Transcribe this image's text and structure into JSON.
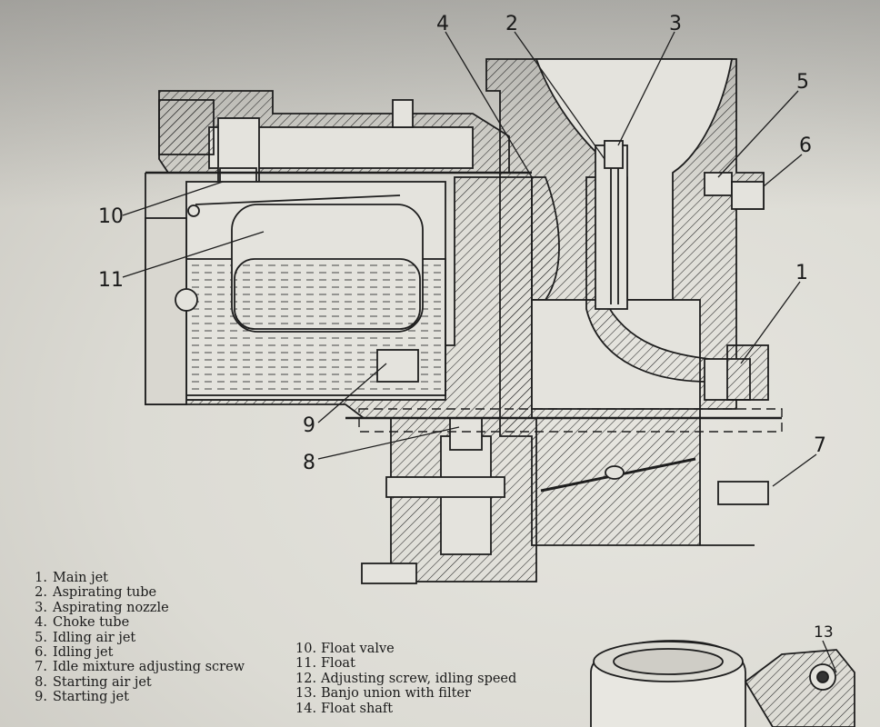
{
  "callouts": [
    "1",
    "2",
    "3",
    "4",
    "5",
    "6",
    "7",
    "8",
    "9",
    "10",
    "11",
    "13"
  ],
  "legend_left": [
    {
      "num": "1.",
      "text": "Main jet"
    },
    {
      "num": "2.",
      "text": "Aspirating tube"
    },
    {
      "num": "3.",
      "text": "Aspirating nozzle"
    },
    {
      "num": "4.",
      "text": "Choke tube"
    },
    {
      "num": "5.",
      "text": "Idling air jet"
    },
    {
      "num": "6.",
      "text": "Idling jet"
    },
    {
      "num": "7.",
      "text": "Idle mixture adjusting screw"
    },
    {
      "num": "8.",
      "text": "Starting air jet"
    },
    {
      "num": "9.",
      "text": "Starting jet"
    }
  ],
  "legend_right": [
    {
      "num": "10.",
      "text": "Float valve"
    },
    {
      "num": "11.",
      "text": "Float"
    },
    {
      "num": "12.",
      "text": "Adjusting screw, idling speed"
    },
    {
      "num": "13.",
      "text": "Banjo union with filter"
    },
    {
      "num": "14.",
      "text": "Float shaft"
    }
  ],
  "colors": {
    "ink": "#1e1e1e",
    "paper": "#e4e3dd"
  }
}
